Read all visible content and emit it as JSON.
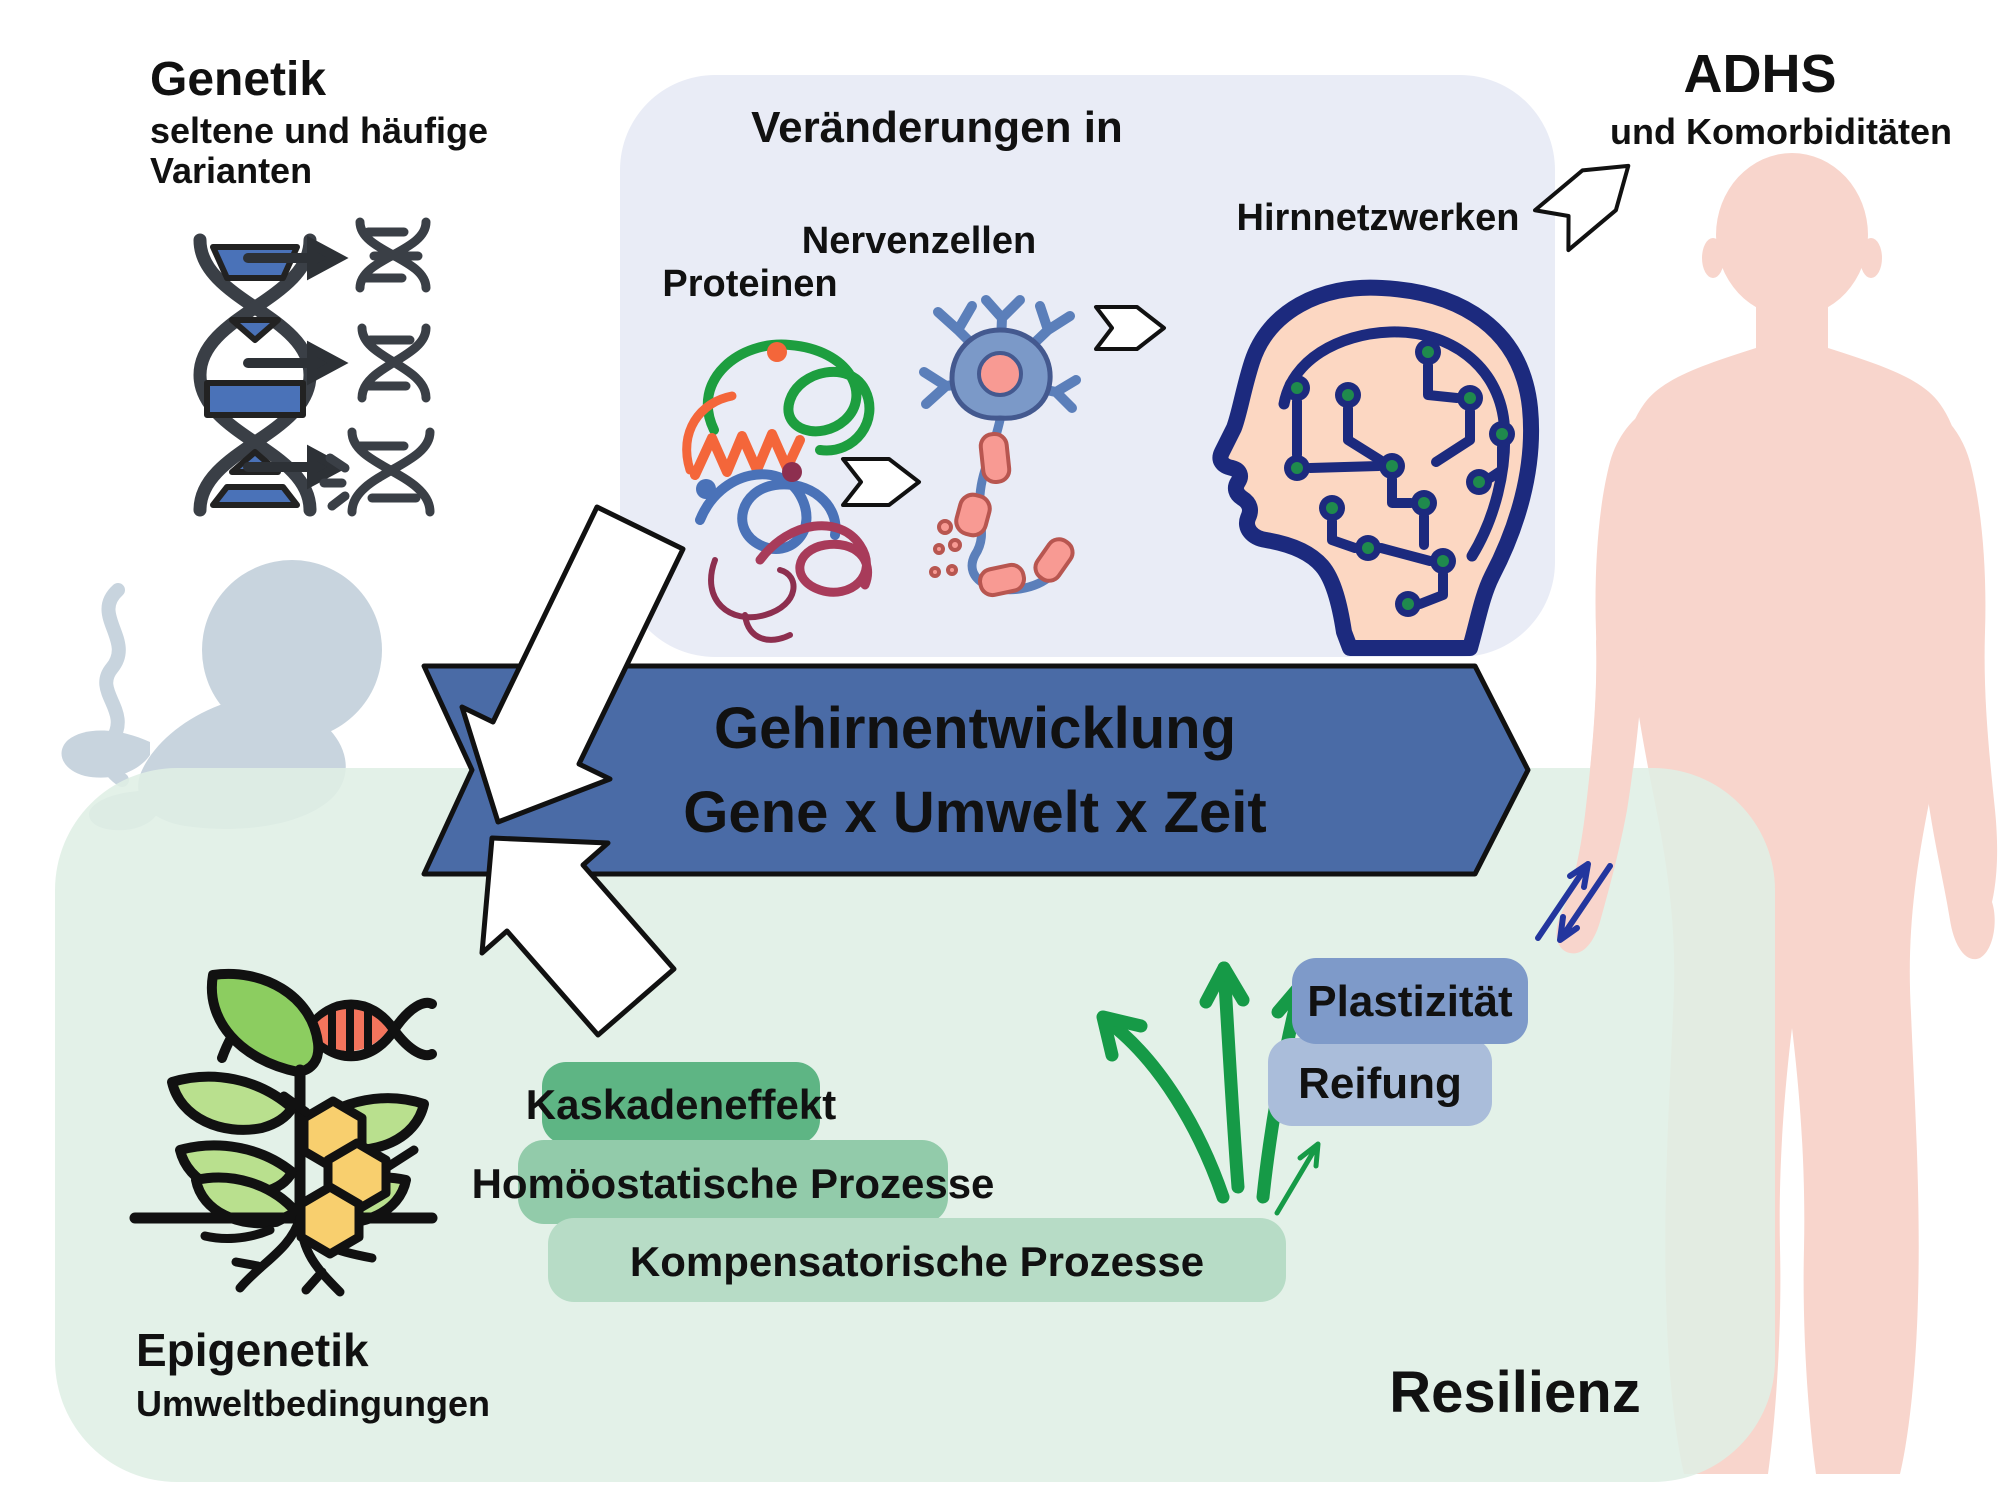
{
  "genetics": {
    "title": "Genetik",
    "subtitle_line1": "seltene und häufige",
    "subtitle_line2": "Varianten"
  },
  "changes": {
    "title": "Veränderungen in",
    "protein_label": "Proteinen",
    "neuron_label": "Nervenzellen",
    "network_label": "Hirnnetzwerken"
  },
  "adhs": {
    "title": "ADHS",
    "subtitle": "und Komorbiditäten"
  },
  "banner": {
    "line1": "Gehirnentwicklung",
    "line2": "Gene x Umwelt x Zeit"
  },
  "processes": {
    "cascade": "Kaskadeneffekt",
    "homeostatic": "Homöostatische Prozesse",
    "compensatory": "Kompensatorische Prozesse"
  },
  "outcomes": {
    "plasticity": "Plastizität",
    "maturation": "Reifung"
  },
  "resilience_label": "Resilienz",
  "epigenetics": {
    "title": "Epigenetik",
    "subtitle": "Umweltbedingungen"
  },
  "colors": {
    "banner_blue": "#4a6ba6",
    "changes_box_bg": "#e9ecf6",
    "resilience_panel_bg": "#dfefe5",
    "cascade_green": "#5eb584",
    "homeostatic_green": "#92cbaa",
    "compensatory_green": "#b7dcc6",
    "plasticity_blue": "#7e9ac9",
    "maturation_blue": "#aabdda",
    "growth_arrow_green": "#169a47",
    "body_pink": "#f8d5cc",
    "fetus_gray": "#c8d4de",
    "circuit_navy": "#1c2a7e",
    "node_green": "#1f8a4d"
  }
}
